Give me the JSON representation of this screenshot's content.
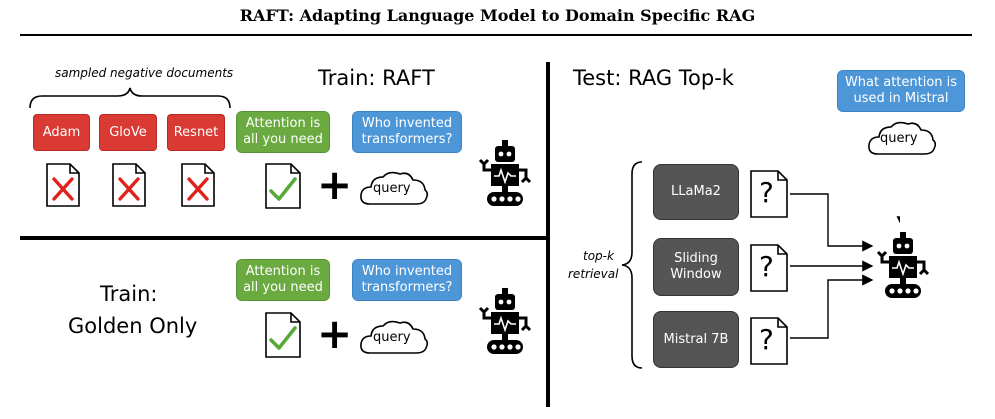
{
  "header": {
    "title": "RAFT: Adapting Language Model to Domain Specific RAG"
  },
  "train_raft": {
    "title": "Train: RAFT",
    "negatives_label": "sampled negative documents",
    "negative_docs": [
      "Adam",
      "GloVe",
      "Resnet"
    ],
    "golden_doc": "Attention is all you need",
    "question": "Who invented transformers?",
    "query_label": "query",
    "plus": "+"
  },
  "train_golden": {
    "title_line1": "Train:",
    "title_line2": "Golden Only",
    "golden_doc": "Attention is all you need",
    "question": "Who invented transformers?",
    "query_label": "query",
    "plus": "+"
  },
  "test": {
    "title": "Test: RAG Top-k",
    "question": "What attention is used in Mistral",
    "query_label": "query",
    "retrieval_label_line1": "top-k",
    "retrieval_label_line2": "retrieval",
    "retrieved_docs": [
      "LLaMa2",
      "Sliding Window",
      "Mistral 7B"
    ],
    "unknown_mark": "?"
  },
  "colors": {
    "negative": "#d93a33",
    "golden": "#6aaa40",
    "question": "#4d97d9",
    "retrieved": "#555555",
    "cross": "#e0221c",
    "check": "#5aa83a"
  }
}
